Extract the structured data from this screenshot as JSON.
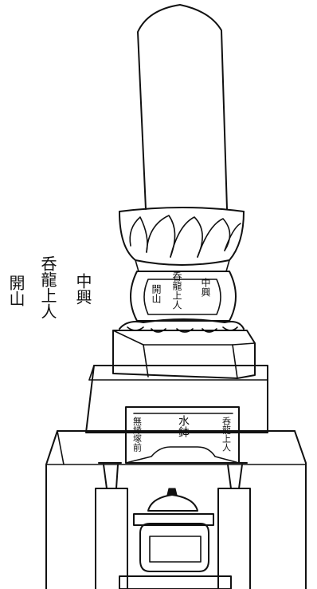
{
  "stupa_label": {
    "left_column_1": "開山",
    "left_column_2": "呑龍上人",
    "right_column": "中興"
  },
  "side_annotation": {
    "column_1": "開山",
    "column_2": "呑龍上人",
    "column_3": "中興"
  },
  "water_basin": {
    "center_label": "水鉢",
    "left_label": "無縁塚前",
    "right_label": "呑龍上人"
  },
  "colors": {
    "ink": "#111111",
    "paper": "#ffffff"
  }
}
